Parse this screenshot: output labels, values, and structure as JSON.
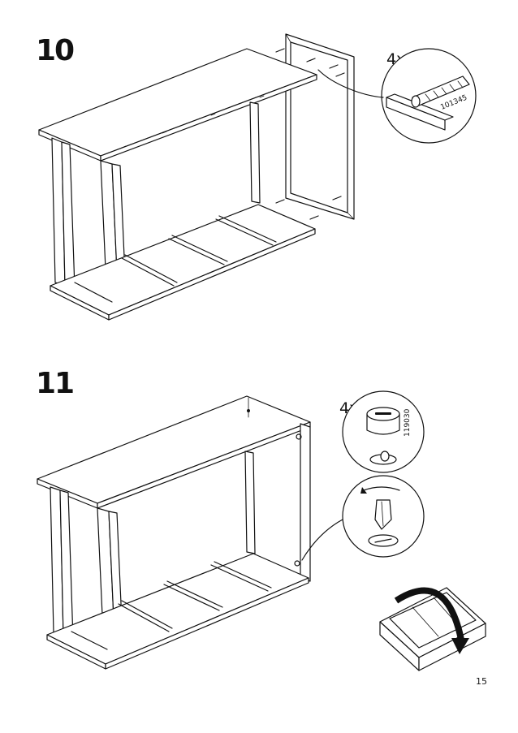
{
  "steps": [
    {
      "number": "10",
      "quantity": "4x",
      "part_number": "101345"
    },
    {
      "number": "11",
      "quantity": "4x",
      "part_number": "119030"
    }
  ],
  "page_number": "15"
}
